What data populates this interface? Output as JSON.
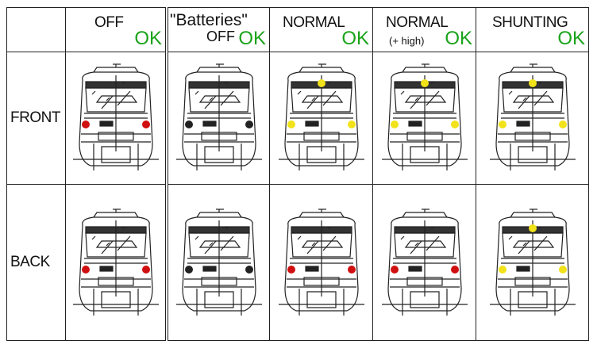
{
  "columns": [
    {
      "title": "OFF",
      "sub": "",
      "ok": "OK"
    },
    {
      "title": "\"Batteries\"",
      "sub": "OFF",
      "ok": "OK"
    },
    {
      "title": "NORMAL",
      "sub": "",
      "ok": "OK"
    },
    {
      "title": "NORMAL",
      "sub": "(+ high)",
      "ok": "OK"
    },
    {
      "title": "SHUNTING",
      "sub": "",
      "ok": "OK"
    }
  ],
  "rows": [
    {
      "label": "FRONT",
      "lamps": [
        {
          "top": null,
          "lower": "#d01010"
        },
        {
          "top": null,
          "lower": "#222222"
        },
        {
          "top": "#f2e21a",
          "lower": "#f2e21a"
        },
        {
          "top": "#f2e21a",
          "lower": "#f2e21a"
        },
        {
          "top": "#f2e21a",
          "lower": "#f2e21a"
        }
      ]
    },
    {
      "label": "BACK",
      "lamps": [
        {
          "top": null,
          "lower": "#d01010"
        },
        {
          "top": null,
          "lower": "#222222"
        },
        {
          "top": null,
          "lower": "#d01010"
        },
        {
          "top": null,
          "lower": "#d01010"
        },
        {
          "top": "#f2e21a",
          "lower": "#f2e21a"
        }
      ]
    }
  ],
  "colors": {
    "ok": "#1aa31a"
  }
}
